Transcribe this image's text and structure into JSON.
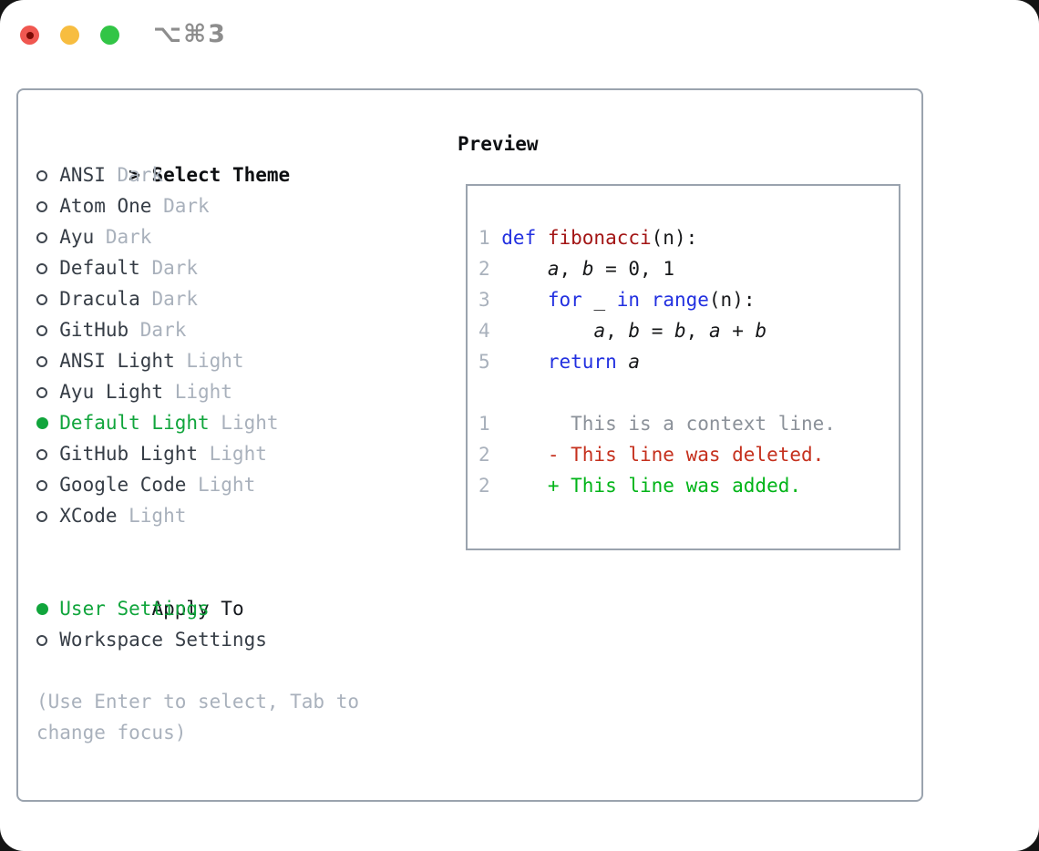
{
  "window": {
    "shortcut_label": "⌥⌘3"
  },
  "colors": {
    "accent_green": "#11a53c",
    "keyword_blue": "#2230e0",
    "function_red": "#a31515",
    "diff_deleted_red": "#c5301d",
    "diff_added_green": "#00b418",
    "muted_gray": "#a9b1bc",
    "context_gray": "#8b9199",
    "text_dark": "#363d46",
    "border_gray": "#9aa3ae",
    "traffic_red": "#f05750",
    "traffic_red_dot": "#7c0b05",
    "traffic_yellow": "#f7bd40",
    "traffic_green": "#32c546"
  },
  "theme_panel": {
    "header_prefix": ">",
    "header_label": "Select Theme",
    "themes": [
      {
        "name": "ANSI",
        "tag": "Dark",
        "selected": false
      },
      {
        "name": "Atom One",
        "tag": "Dark",
        "selected": false
      },
      {
        "name": "Ayu",
        "tag": "Dark",
        "selected": false
      },
      {
        "name": "Default",
        "tag": "Dark",
        "selected": false
      },
      {
        "name": "Dracula",
        "tag": "Dark",
        "selected": false
      },
      {
        "name": "GitHub",
        "tag": "Dark",
        "selected": false
      },
      {
        "name": "ANSI Light",
        "tag": "Light",
        "selected": false
      },
      {
        "name": "Ayu Light",
        "tag": "Light",
        "selected": false
      },
      {
        "name": "Default Light",
        "tag": "Light",
        "selected": true
      },
      {
        "name": "GitHub Light",
        "tag": "Light",
        "selected": false
      },
      {
        "name": "Google Code",
        "tag": "Light",
        "selected": false
      },
      {
        "name": "XCode",
        "tag": "Light",
        "selected": false
      }
    ],
    "apply_to": {
      "label": "Apply To",
      "options": [
        {
          "name": "User Settings",
          "selected": true
        },
        {
          "name": "Workspace Settings",
          "selected": false
        }
      ]
    },
    "help_lines": [
      "(Use Enter to select, Tab to",
      "change focus)"
    ]
  },
  "preview": {
    "label": "Preview",
    "code_lines": [
      {
        "num": "1",
        "tokens": [
          [
            "kw",
            "def "
          ],
          [
            "fn",
            "fibonacci"
          ],
          [
            "plain",
            "(n):"
          ]
        ]
      },
      {
        "num": "2",
        "tokens": [
          [
            "plain",
            "    "
          ],
          [
            "var",
            "a"
          ],
          [
            "plain",
            ", "
          ],
          [
            "var",
            "b"
          ],
          [
            "plain",
            " = 0, 1"
          ]
        ]
      },
      {
        "num": "3",
        "tokens": [
          [
            "plain",
            "    "
          ],
          [
            "kw",
            "for"
          ],
          [
            "plain",
            " _ "
          ],
          [
            "kw",
            "in"
          ],
          [
            "plain",
            " "
          ],
          [
            "kw",
            "range"
          ],
          [
            "plain",
            "(n):"
          ]
        ]
      },
      {
        "num": "4",
        "tokens": [
          [
            "plain",
            "        "
          ],
          [
            "var",
            "a"
          ],
          [
            "plain",
            ", "
          ],
          [
            "var",
            "b"
          ],
          [
            "plain",
            " = "
          ],
          [
            "var",
            "b"
          ],
          [
            "plain",
            ", "
          ],
          [
            "var",
            "a"
          ],
          [
            "plain",
            " + "
          ],
          [
            "var",
            "b"
          ]
        ]
      },
      {
        "num": "5",
        "tokens": [
          [
            "plain",
            "    "
          ],
          [
            "kw",
            "return"
          ],
          [
            "plain",
            " "
          ],
          [
            "var",
            "a"
          ]
        ]
      },
      {
        "num": "",
        "tokens": []
      },
      {
        "num": "1",
        "tokens": [
          [
            "ctx",
            "      This is a context line."
          ]
        ]
      },
      {
        "num": "2",
        "tokens": [
          [
            "del",
            "    - This line was deleted."
          ]
        ]
      },
      {
        "num": "2",
        "tokens": [
          [
            "add",
            "    + This line was added."
          ]
        ]
      }
    ]
  }
}
